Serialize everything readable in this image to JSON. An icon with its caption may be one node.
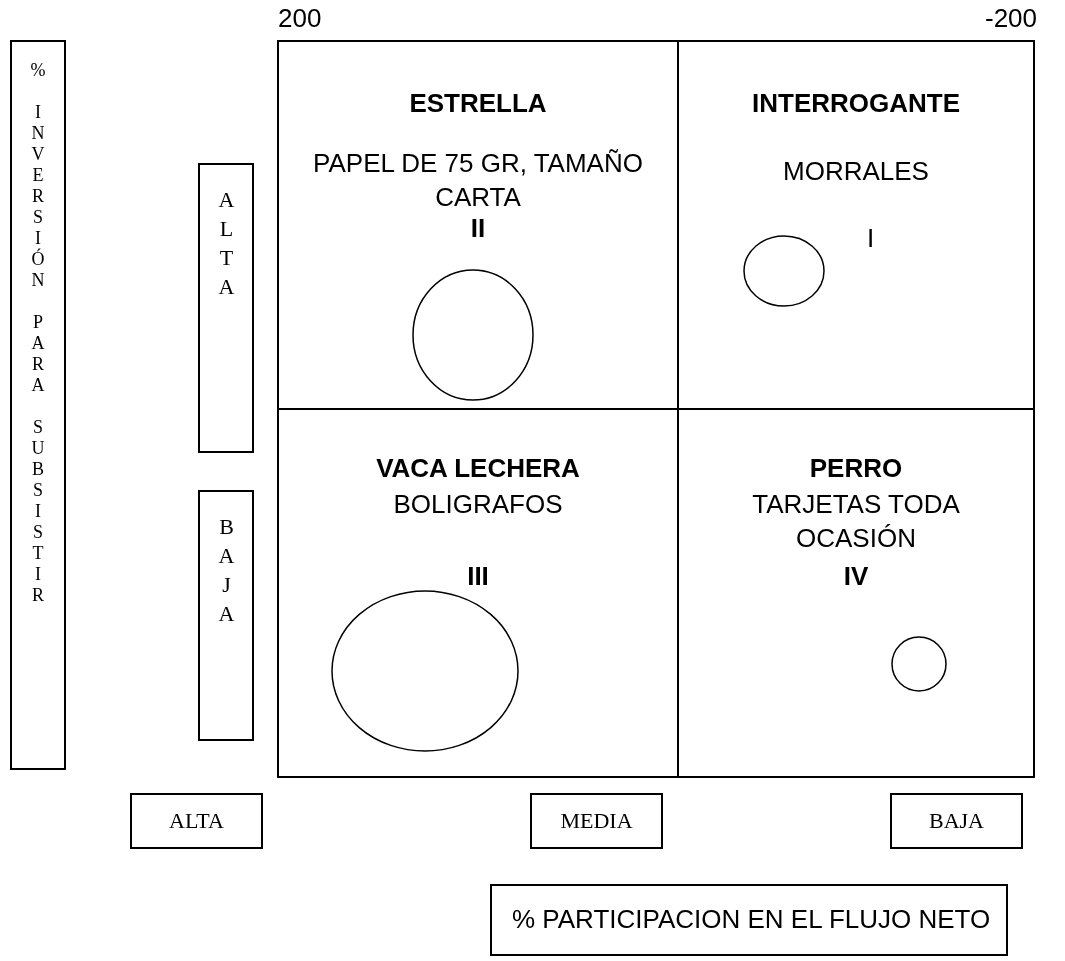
{
  "diagram": {
    "nodes": [
      {
        "text": [
          "% INVERSIÓN PARA SUBSISTIR"
        ]
      },
      {
        "text": [
          "ESTRELLA",
          "PAPEL DE 75 GR, TAMAÑO CARTA",
          "II"
        ]
      },
      {
        "text": [],
        "shape": "circle",
        "in": 1
      },
      {
        "text": [
          "INTERROGANTE",
          "MORRALES",
          "I"
        ]
      },
      {
        "text": [],
        "shape": "circle",
        "in": 3
      },
      {
        "text": [
          "ALTA"
        ]
      },
      {
        "text": [
          "BAJA"
        ]
      },
      {
        "text": [
          "VACA LECHERA",
          "BOLIGRAFOS",
          "III"
        ]
      },
      {
        "text": [],
        "shape": "circle",
        "in": 7
      },
      {
        "text": [
          "PERRO",
          "TARJETAS TODA OCASIÓN",
          "IV"
        ]
      },
      {
        "text": [],
        "shape": "circle",
        "in": 9
      },
      {
        "text": [
          "ALTA"
        ]
      },
      {
        "text": [
          "MEDIA"
        ]
      },
      {
        "text": [
          "BAJA"
        ]
      },
      {
        "text": [
          "% PARTICIPACION EN EL FLUJO NETO"
        ]
      }
    ],
    "labels": [
      "200",
      "-200"
    ]
  }
}
